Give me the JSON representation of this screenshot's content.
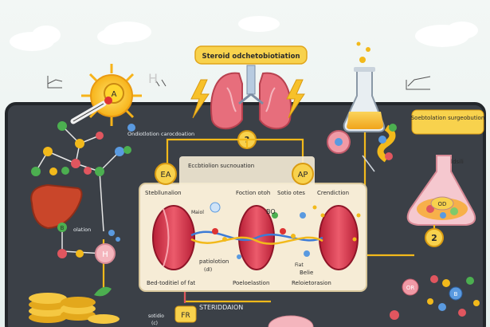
{
  "title_banner": "Steroid odchetobiotiation",
  "top_right_label": "Soebtolation surgeobution",
  "flask_label": "ldsili",
  "flask_inner_label": "OD",
  "center_top_left": "Eccbtiolion sucnouation",
  "left_panel_label": "Ondiotlotion carocdoation",
  "markers": {
    "sun": "A",
    "gauge": "H",
    "q": "?",
    "ea": "EA",
    "ap": "AP",
    "fr": "FR",
    "h": "H",
    "two": "2",
    "or": "OR",
    "b": "B"
  },
  "diagram_labels": {
    "sublimation": "Stebllunalion",
    "foction": "Foction otoh",
    "sotio": "Sotio otes",
    "crendiction": "Crendiction",
    "maiol": "Maiol",
    "bo": "BO",
    "polelotion": "patiolotion",
    "polelotion_sub": "(dl)",
    "belie": "Belie",
    "belie_sub": "Fiat",
    "bottom_left": "Bed-toditiel of fat",
    "bottom_mid": "Poeloelastion",
    "bottom_right": "Reloietorasion",
    "left_olation": "olation",
    "left_b": "B",
    "steroid_bottom": "STERIDDAION",
    "bottom_small": "sotidio",
    "bottom_small2": "(c)"
  },
  "colors": {
    "sky": "#eaf3f2",
    "panel": "#3b4047",
    "panel_border": "#2a2e33",
    "arrow": "#f2b91b",
    "card": "#f6ecd6",
    "lung": "#e76e7c",
    "receptor": "#d9344a"
  }
}
